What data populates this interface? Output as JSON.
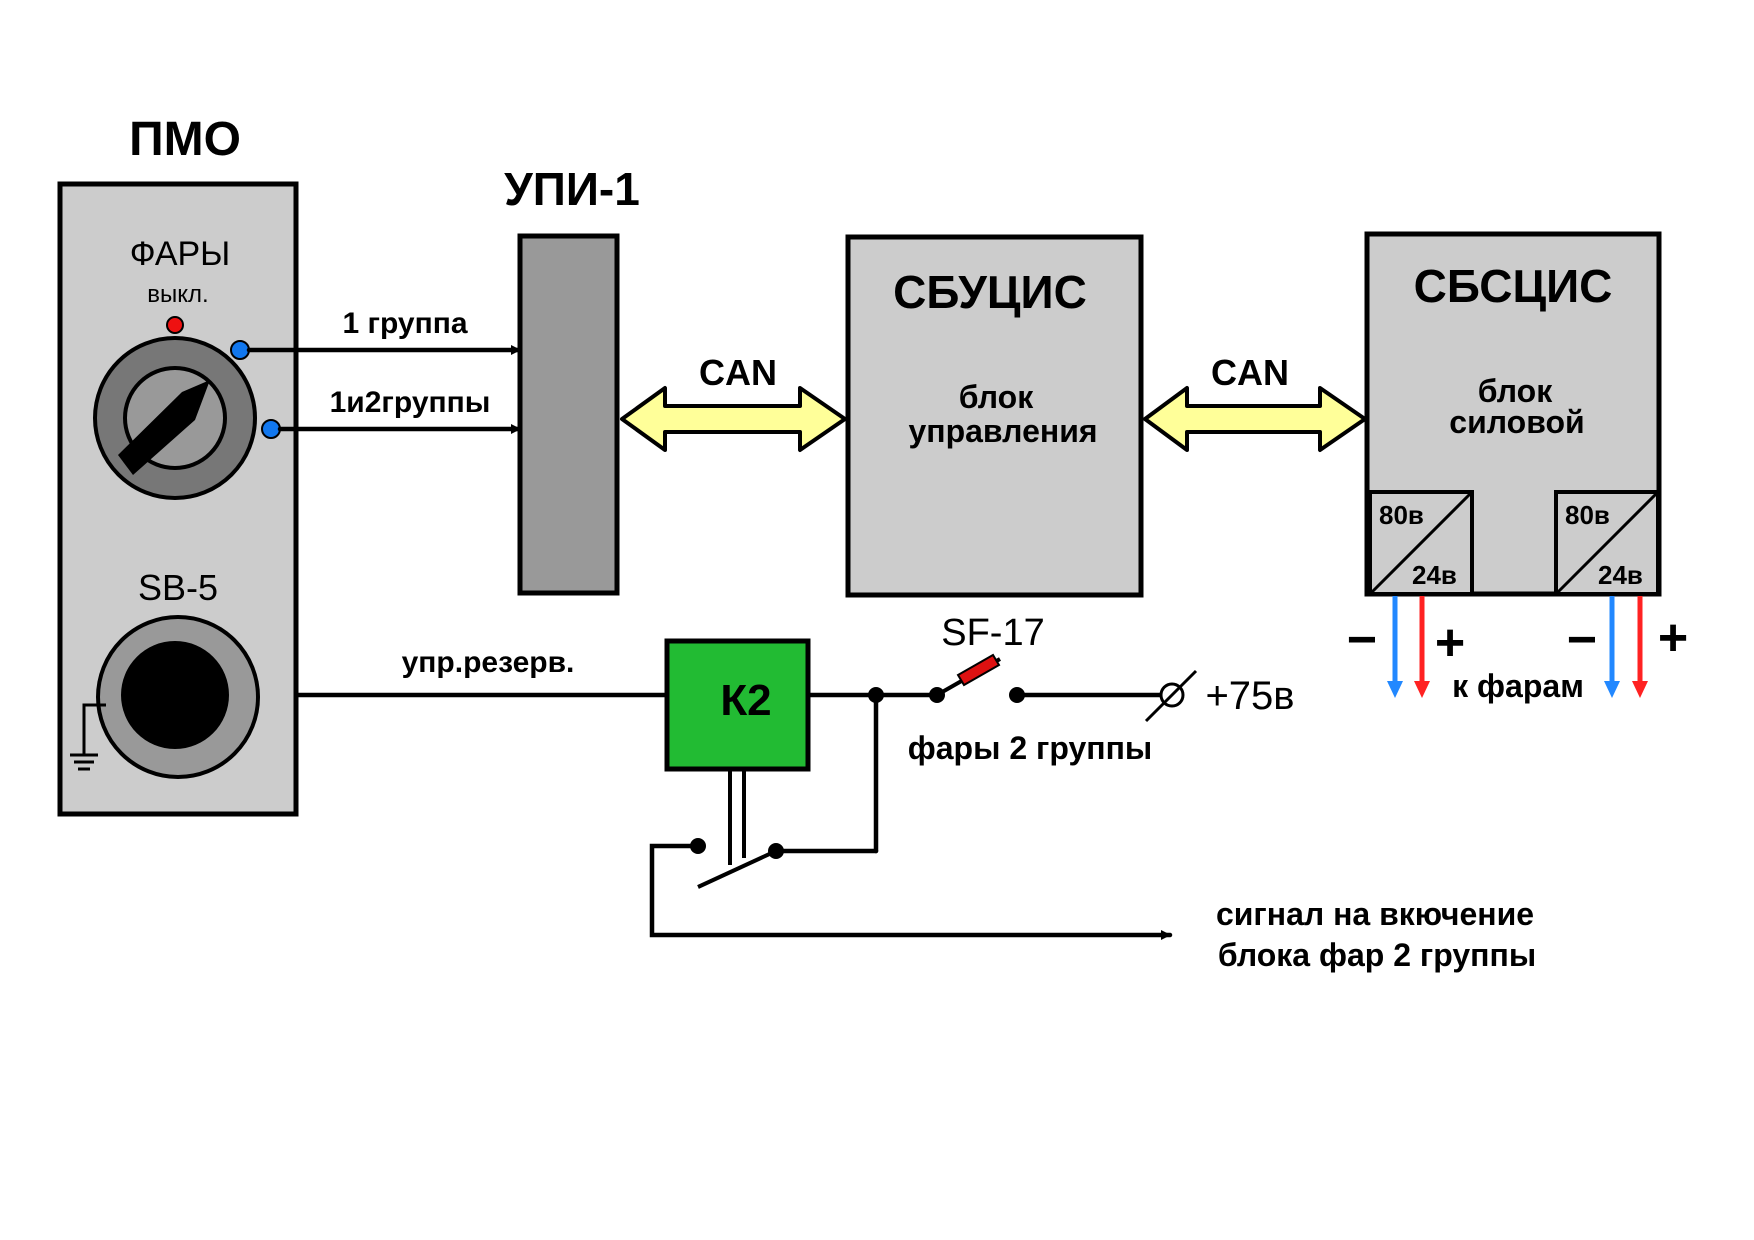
{
  "colors": {
    "panel_fill": "#cccccc",
    "upi_fill": "#999999",
    "relay_fill": "#22bb33",
    "can_arrow_fill": "#ffff99",
    "plus_wire": "#ff2222",
    "minus_wire": "#2288ff",
    "indicator_red": "#ee1111",
    "terminal_blue": "#1177ee",
    "switch_red": "#dd1111"
  },
  "pmo": {
    "title": "ПМО",
    "switch_label": "ФАРЫ",
    "off_label": "выкл.",
    "button_label": "SB-5"
  },
  "wires": {
    "group1": "1 группа",
    "group12": "1и2группы",
    "reserve": "упр.резерв."
  },
  "upi": {
    "title": "УПИ-1"
  },
  "can": {
    "left": "CAN",
    "right": "CAN"
  },
  "sbucis": {
    "title": "СБУЦИС",
    "line1": "блок",
    "line2": "управления"
  },
  "sbscis": {
    "title": "СБСЦИС",
    "line1": "блок",
    "line2": "силовой",
    "converters": [
      {
        "in": "80в",
        "out": "24в"
      },
      {
        "in": "80в",
        "out": "24в"
      }
    ],
    "minus": "−",
    "plus": "+",
    "to_lights": "к фарам"
  },
  "relay": {
    "label": "К2"
  },
  "breaker": {
    "label": "SF-17",
    "caption": "фары 2 группы",
    "supply": "+75в"
  },
  "signal": {
    "line1": "сигнал на вкючение",
    "line2": "блока фар 2 группы"
  }
}
